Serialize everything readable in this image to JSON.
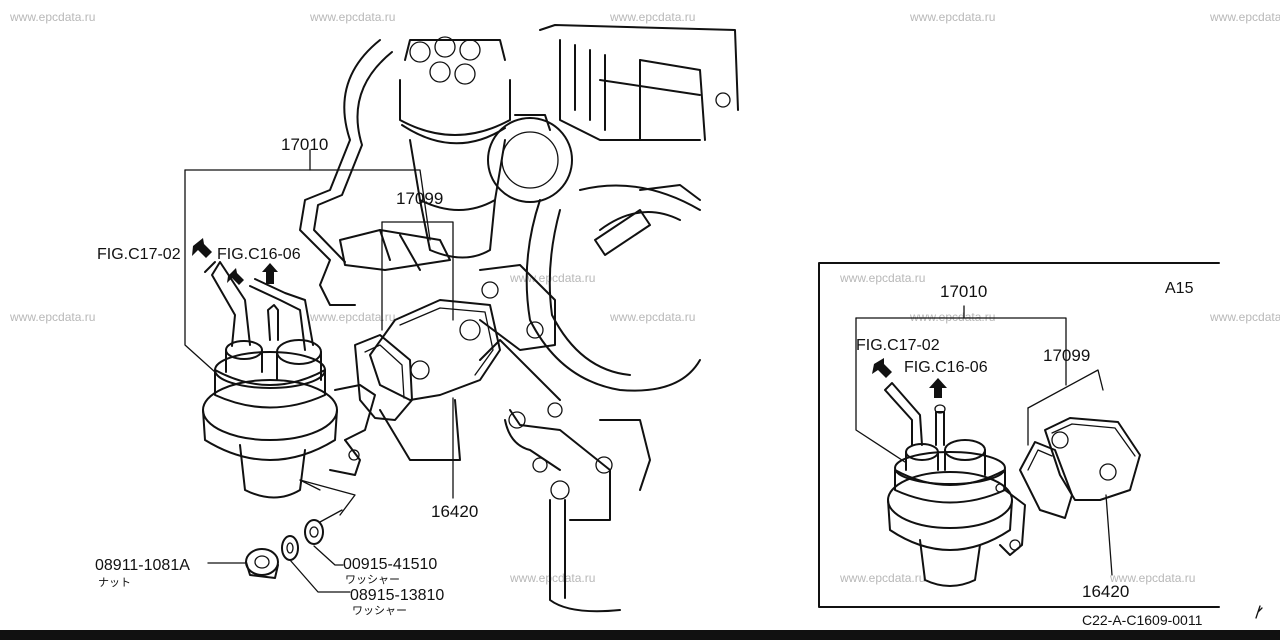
{
  "watermark": "www.epcdata.ru",
  "main": {
    "part_17010": "17010",
    "part_17099": "17099",
    "ref_c17": "FIG.C17-02",
    "ref_c16": "FIG.C16-06",
    "part_16420": "16420",
    "part_nut": "08911-1081A",
    "nut_label": "ナット",
    "part_washer_a": "00915-41510",
    "washer_a_label": "ワッシャー",
    "part_washer_b": "08915-13810",
    "washer_b_label": "ワッシャー"
  },
  "inset": {
    "variant": "A15",
    "part_17010": "17010",
    "ref_c17": "FIG.C17-02",
    "ref_c16": "FIG.C16-06",
    "part_17099": "17099",
    "part_16420": "16420"
  },
  "footer": {
    "code": "C22-A-C1609-0011"
  }
}
